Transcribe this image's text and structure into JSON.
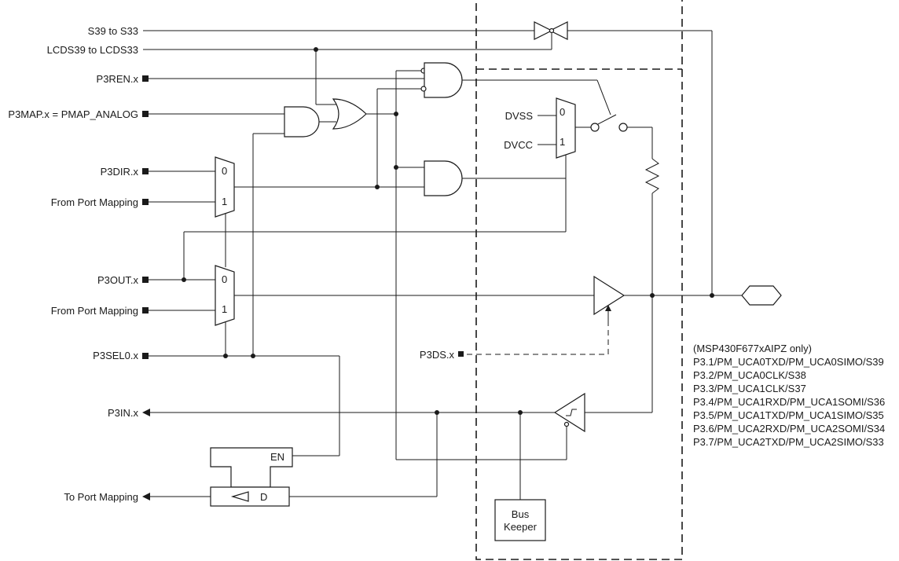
{
  "signals": {
    "s39_to_s33": "S39 to S33",
    "lcds39_to_lcds33": "LCDS39 to LCDS33",
    "p3ren": "P3REN.x",
    "p3map": "P3MAP.x = PMAP_ANALOG",
    "p3dir": "P3DIR.x",
    "from_port_mapping_1": "From Port Mapping",
    "p3out": "P3OUT.x",
    "from_port_mapping_2": "From Port Mapping",
    "p3sel0": "P3SEL0.x",
    "p3in": "P3IN.x",
    "to_port_mapping": "To Port Mapping",
    "p3ds": "P3DS.x"
  },
  "mux_labels": {
    "zero": "0",
    "one": "1"
  },
  "supply": {
    "dvss": "DVSS",
    "dvcc": "DVCC"
  },
  "latch": {
    "en": "EN",
    "d": "D"
  },
  "bus_keeper": {
    "line1": "Bus",
    "line2": "Keeper"
  },
  "pin_list": [
    "(MSP430F677xAIPZ only)",
    "P3.1/PM_UCA0TXD/PM_UCA0SIMO/S39",
    "P3.2/PM_UCA0CLK/S38",
    "P3.3/PM_UCA1CLK/S37",
    "P3.4/PM_UCA1RXD/PM_UCA1SOMI/S36",
    "P3.5/PM_UCA1TXD/PM_UCA1SIMO/S35",
    "P3.6/PM_UCA2RXD/PM_UCA2SOMI/S34",
    "P3.7/PM_UCA2TXD/PM_UCA2SIMO/S33"
  ]
}
